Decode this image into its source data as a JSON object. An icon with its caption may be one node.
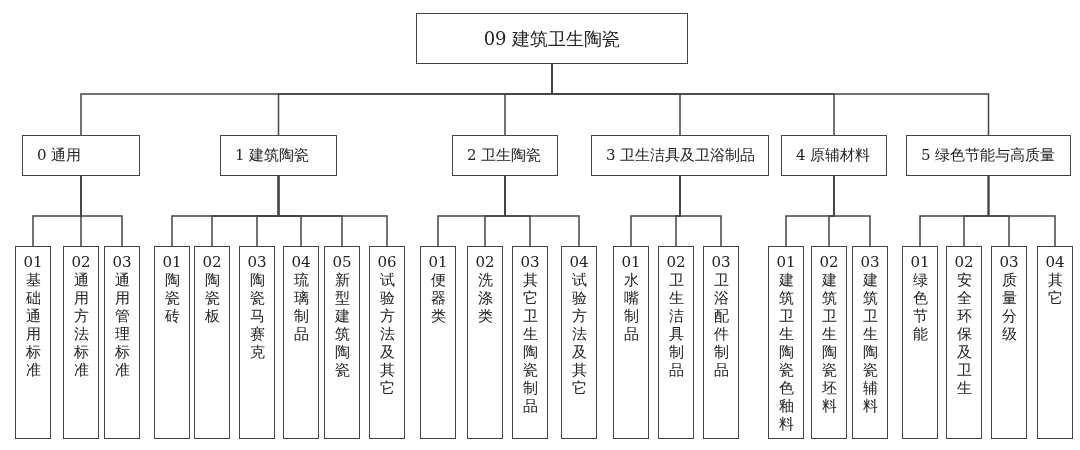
{
  "diagram": {
    "nodes": [
      {
        "text": [
          "09 建筑卫生陶瓷"
        ]
      },
      {
        "text": [
          "0 通用"
        ]
      },
      {
        "text": [
          "1 建筑陶瓷"
        ]
      },
      {
        "text": [
          "2 卫生陶瓷"
        ]
      },
      {
        "text": [
          "3 卫生洁具及卫浴制品"
        ]
      },
      {
        "text": [
          "4 原辅材料"
        ]
      },
      {
        "text": [
          "5 绿色节能与高质量"
        ]
      },
      {
        "text": [
          "01 基础通用标准"
        ]
      },
      {
        "text": [
          "02 通用方法标准"
        ]
      },
      {
        "text": [
          "03 通用管理标准"
        ]
      },
      {
        "text": [
          "01 陶瓷砖"
        ]
      },
      {
        "text": [
          "02 陶瓷板"
        ]
      },
      {
        "text": [
          "03 陶瓷马赛克"
        ]
      },
      {
        "text": [
          "04 琉璃制品"
        ]
      },
      {
        "text": [
          "05 新型建筑陶瓷"
        ]
      },
      {
        "text": [
          "06 试验方法及其它"
        ]
      },
      {
        "text": [
          "01 便器类"
        ]
      },
      {
        "text": [
          "02 洗涤类"
        ]
      },
      {
        "text": [
          "03 其它卫生陶瓷制品"
        ]
      },
      {
        "text": [
          "04 试验方法及其它"
        ]
      },
      {
        "text": [
          "01 水嘴制品"
        ]
      },
      {
        "text": [
          "02 卫生洁具制品"
        ]
      },
      {
        "text": [
          "03 卫浴配件制品"
        ]
      },
      {
        "text": [
          "01 建筑卫生陶瓷色釉料"
        ]
      },
      {
        "text": [
          "02 建筑卫生陶瓷坯料"
        ]
      },
      {
        "text": [
          "03 建筑卫生陶瓷辅料"
        ]
      },
      {
        "text": [
          "01 绿色节能"
        ]
      },
      {
        "text": [
          "02 安全环保及卫生"
        ]
      },
      {
        "text": [
          "03 质量分级"
        ]
      },
      {
        "text": [
          "04 其它"
        ]
      }
    ],
    "edges": [
      {
        "from": 0,
        "to": 1,
        "arrow": "none"
      },
      {
        "from": 0,
        "to": 2,
        "arrow": "none"
      },
      {
        "from": 0,
        "to": 3,
        "arrow": "none"
      },
      {
        "from": 0,
        "to": 4,
        "arrow": "none"
      },
      {
        "from": 0,
        "to": 5,
        "arrow": "none"
      },
      {
        "from": 0,
        "to": 6,
        "arrow": "none"
      },
      {
        "from": 1,
        "to": 7,
        "arrow": "none"
      },
      {
        "from": 1,
        "to": 8,
        "arrow": "none"
      },
      {
        "from": 1,
        "to": 9,
        "arrow": "none"
      },
      {
        "from": 2,
        "to": 10,
        "arrow": "none"
      },
      {
        "from": 2,
        "to": 11,
        "arrow": "none"
      },
      {
        "from": 2,
        "to": 12,
        "arrow": "none"
      },
      {
        "from": 2,
        "to": 13,
        "arrow": "none"
      },
      {
        "from": 2,
        "to": 14,
        "arrow": "none"
      },
      {
        "from": 2,
        "to": 15,
        "arrow": "none"
      },
      {
        "from": 3,
        "to": 16,
        "arrow": "none"
      },
      {
        "from": 3,
        "to": 17,
        "arrow": "none"
      },
      {
        "from": 3,
        "to": 18,
        "arrow": "none"
      },
      {
        "from": 3,
        "to": 19,
        "arrow": "none"
      },
      {
        "from": 4,
        "to": 20,
        "arrow": "none"
      },
      {
        "from": 4,
        "to": 21,
        "arrow": "none"
      },
      {
        "from": 4,
        "to": 22,
        "arrow": "none"
      },
      {
        "from": 5,
        "to": 23,
        "arrow": "none"
      },
      {
        "from": 5,
        "to": 24,
        "arrow": "none"
      },
      {
        "from": 5,
        "to": 25,
        "arrow": "none"
      },
      {
        "from": 6,
        "to": 26,
        "arrow": "none"
      },
      {
        "from": 6,
        "to": 27,
        "arrow": "none"
      },
      {
        "from": 6,
        "to": 28,
        "arrow": "none"
      },
      {
        "from": 6,
        "to": 29,
        "arrow": "none"
      }
    ]
  }
}
